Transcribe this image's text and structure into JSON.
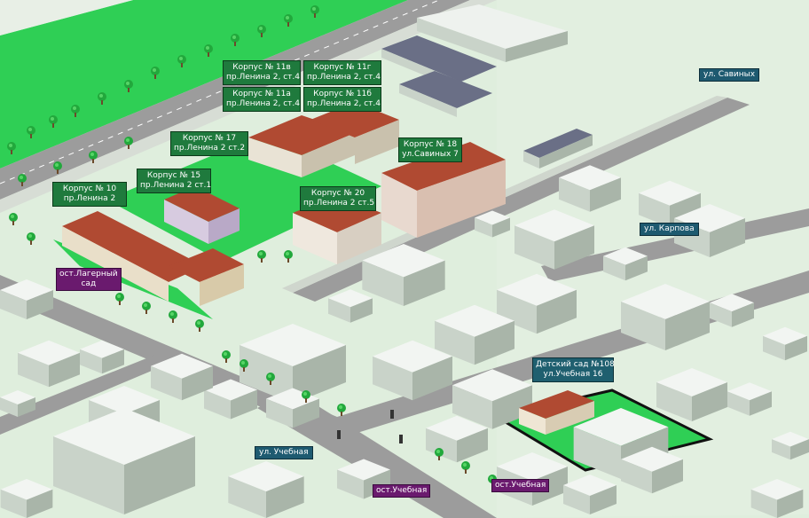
{
  "buildings": {
    "k11v": {
      "line1": "Корпус № 11в",
      "line2": "пр.Ленина 2, ст.4"
    },
    "k11g": {
      "line1": "Корпус № 11г",
      "line2": "пр.Ленина 2, ст.4"
    },
    "k11a": {
      "line1": "Корпус № 11а",
      "line2": "пр.Ленина 2, ст.4"
    },
    "k11b": {
      "line1": "Корпус № 11б",
      "line2": "пр.Ленина 2, ст.4"
    },
    "k17": {
      "line1": "Корпус № 17",
      "line2": "пр.Ленина 2 ст.2"
    },
    "k18": {
      "line1": "Корпус № 18",
      "line2": "ул.Савиных 7"
    },
    "k15": {
      "line1": "Корпус № 15",
      "line2": "пр.Ленина 2 ст.1"
    },
    "k10": {
      "line1": "Корпус № 10",
      "line2": "пр.Ленина 2"
    },
    "k20": {
      "line1": "Корпус № 20",
      "line2": "пр.Ленина 2 ст.5"
    },
    "kindergarten": {
      "line1": "Детский сад №108",
      "line2": "ул.Учебная 16"
    }
  },
  "streets": {
    "savinykh": "ул. Савиных",
    "karpova": "ул. Карпова",
    "uchebnaya": "ул. Учебная"
  },
  "stops": {
    "lagerny_line1": "ост.Лагерный",
    "lagerny_line2": "сад",
    "uchebnaya_1": "ост.Учебная",
    "uchebnaya_2": "ост.Учебная"
  },
  "colors": {
    "building_label": "#1f7a3d",
    "kindergarten_label": "#1f5f6f",
    "street_label": "#1e5a70",
    "stop_label": "#6a1a6e",
    "road": "#9a9a9a",
    "lawn": "#1fbf4a",
    "roof_red": "#b04a32"
  }
}
